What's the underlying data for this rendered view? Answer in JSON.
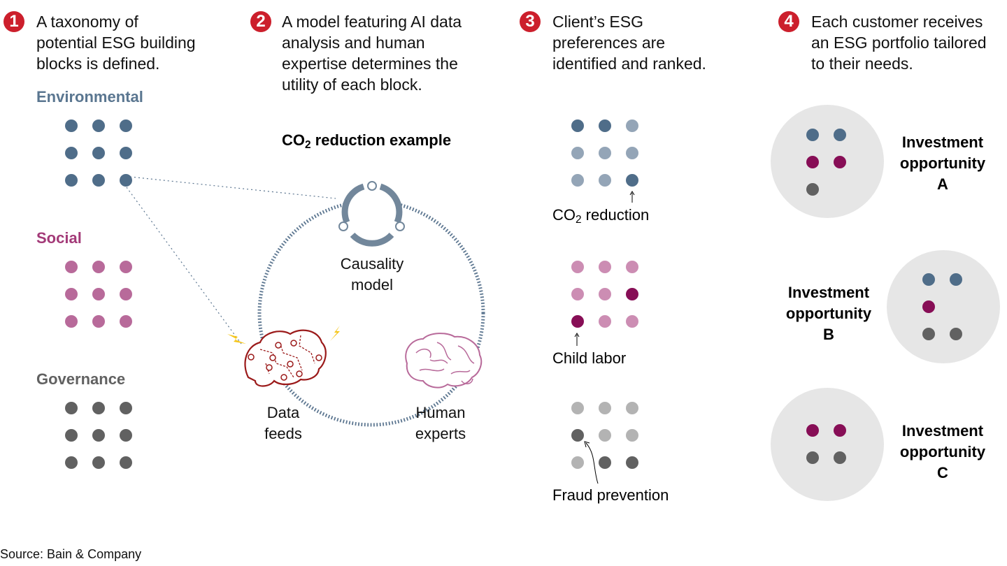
{
  "colors": {
    "accent_red": "#cc1f2c",
    "environmental": "#4f6d89",
    "environmental_light": "#94a5b7",
    "social": "#b86a9a",
    "social_light": "#cc8db3",
    "social_dark": "#870e56",
    "governance": "#616161",
    "governance_light": "#b3b3b3",
    "ring": "#5c7690",
    "data_feeds_brain": "#9b1a1a",
    "human_brain": "#b86a9a",
    "lightning": "#f5c518",
    "portfolio_bg": "#e6e6e6"
  },
  "steps": [
    {
      "number": "1",
      "lines": [
        "A taxonomy of",
        "potential ESG building",
        "blocks is defined."
      ]
    },
    {
      "number": "2",
      "lines": [
        "A model featuring AI data",
        "analysis and human",
        "expertise determines the",
        "utility of each block."
      ]
    },
    {
      "number": "3",
      "lines": [
        "Client’s ESG",
        "preferences are",
        "identified and ranked."
      ]
    },
    {
      "number": "4",
      "lines": [
        "Each customer receives",
        "an ESG portfolio tailored",
        "to their needs."
      ]
    }
  ],
  "taxonomy": {
    "categories": [
      {
        "name": "Environmental"
      },
      {
        "name": "Social"
      },
      {
        "name": "Governance"
      }
    ]
  },
  "model": {
    "example_title_prefix": "CO",
    "example_title_sub": "2",
    "example_title_suffix": " reduction example",
    "causality_lines": [
      "Causality",
      "model"
    ],
    "data_feeds_lines": [
      "Data",
      "feeds"
    ],
    "human_experts_lines": [
      "Human",
      "experts"
    ]
  },
  "preferences": {
    "grids": [
      {
        "category": "Environmental",
        "highlighted": [
          0,
          1,
          8
        ],
        "label_prefix": "CO",
        "label_sub": "2",
        "label_suffix": " reduction"
      },
      {
        "category": "Social",
        "highlighted": [
          5,
          6
        ],
        "label_prefix": "Child labor",
        "label_sub": "",
        "label_suffix": ""
      },
      {
        "category": "Governance",
        "highlighted": [
          3,
          7,
          8
        ],
        "label_prefix": "Fraud prevention",
        "label_sub": "",
        "label_suffix": ""
      }
    ]
  },
  "portfolios": [
    {
      "lines": [
        "Investment",
        "opportunity",
        "A"
      ],
      "environmental": 2,
      "social": 2,
      "governance": 1
    },
    {
      "lines": [
        "Investment",
        "opportunity",
        "B"
      ],
      "environmental": 2,
      "social": 1,
      "governance": 2
    },
    {
      "lines": [
        "Investment",
        "opportunity",
        "C"
      ],
      "environmental": 0,
      "social": 2,
      "governance": 2
    }
  ],
  "source": "Source: Bain & Company"
}
